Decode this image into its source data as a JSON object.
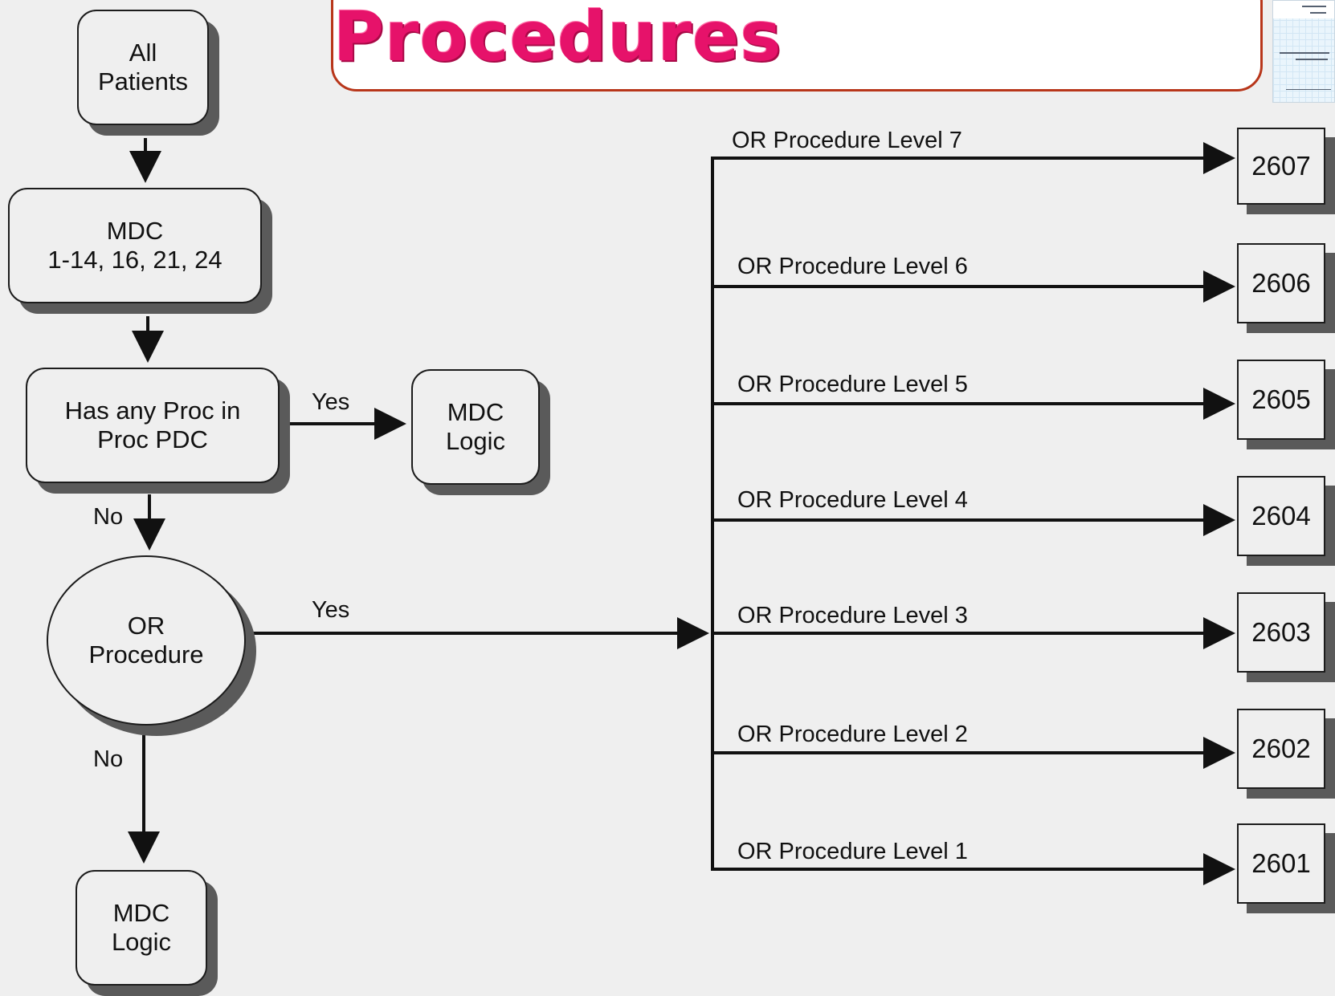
{
  "title": "Unrelated OR Procedures",
  "flow": {
    "all_patients": "All\nPatients",
    "mdc_filter": "MDC\n1-14, 16, 21, 24",
    "proc_pdc_question": "Has any Proc in\nProc PDC",
    "mdc_logic_right": "MDC\nLogic",
    "or_procedure": "OR\nProcedure",
    "mdc_logic_bottom": "MDC\nLogic",
    "yes_label_1": "Yes",
    "no_label_1": "No",
    "yes_label_2": "Yes",
    "no_label_2": "No"
  },
  "levels": [
    {
      "label": "OR Procedure Level 7",
      "code": "2607"
    },
    {
      "label": "OR Procedure Level 6",
      "code": "2606"
    },
    {
      "label": "OR Procedure Level 5",
      "code": "2605"
    },
    {
      "label": "OR Procedure Level 4",
      "code": "2604"
    },
    {
      "label": "OR Procedure Level 3",
      "code": "2603"
    },
    {
      "label": "OR Procedure Level 2",
      "code": "2602"
    },
    {
      "label": "OR Procedure Level 1",
      "code": "2601"
    }
  ],
  "colors": {
    "title": "#e6126a",
    "title_border": "#b8361a",
    "background": "#efefef",
    "shadow": "#5a5a5a",
    "line": "#111111"
  }
}
